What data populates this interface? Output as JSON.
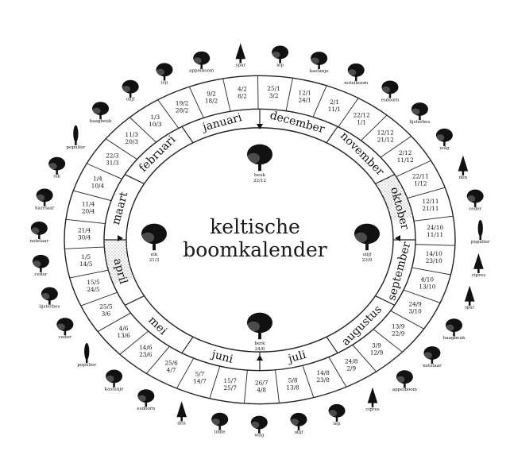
{
  "title": {
    "line1": "keltische",
    "line2": "boomkalender"
  },
  "months": [
    "januari",
    "februari",
    "maart",
    "april",
    "mei",
    "juni",
    "juli",
    "augustus",
    "september",
    "oktober",
    "november",
    "december"
  ],
  "date_ranges": [
    {
      "line1": "2/1",
      "line2": "11/1"
    },
    {
      "line1": "12/1",
      "line2": "24/1"
    },
    {
      "line1": "25/1",
      "line2": "3/2"
    },
    {
      "line1": "4/2",
      "line2": "8/2"
    },
    {
      "line1": "9/2",
      "line2": "18/2"
    },
    {
      "line1": "19/2",
      "line2": "28/2"
    },
    {
      "line1": "1/3",
      "line2": "10/3"
    },
    {
      "line1": "11/3",
      "line2": "20/3"
    },
    {
      "line1": "22/3",
      "line2": "31/3"
    },
    {
      "line1": "1/4",
      "line2": "10/4"
    },
    {
      "line1": "11/4",
      "line2": "20/4"
    },
    {
      "line1": "21/4",
      "line2": "30/4"
    },
    {
      "line1": "1/5",
      "line2": "14/5"
    },
    {
      "line1": "15/5",
      "line2": "24/5"
    },
    {
      "line1": "25/5",
      "line2": "3/6"
    },
    {
      "line1": "4/6",
      "line2": "13/6"
    },
    {
      "line1": "14/6",
      "line2": "23/6"
    },
    {
      "line1": "25/6",
      "line2": "4/7"
    },
    {
      "line1": "5/7",
      "line2": "14/7"
    },
    {
      "line1": "15/7",
      "line2": "25/7"
    },
    {
      "line1": "26/7",
      "line2": "4/8"
    },
    {
      "line1": "5/8",
      "line2": "13/8"
    },
    {
      "line1": "14/8",
      "line2": "23/8"
    },
    {
      "line1": "24/8",
      "line2": "2/9"
    },
    {
      "line1": "3/9",
      "line2": "12/9"
    },
    {
      "line1": "13/9",
      "line2": "22/9"
    },
    {
      "line1": "24/9",
      "line2": "3/10"
    },
    {
      "line1": "4/10",
      "line2": "13/10"
    },
    {
      "line1": "14/10",
      "line2": "23/10"
    },
    {
      "line1": "24/10",
      "line2": "11/11"
    },
    {
      "line1": "12/11",
      "line2": "21/11"
    },
    {
      "line1": "22/11",
      "line2": "1/12"
    },
    {
      "line1": "2/12",
      "line2": "11/12"
    },
    {
      "line1": "12/12",
      "line2": "21/12"
    },
    {
      "line1": "22/12",
      "line2": "1/1"
    }
  ],
  "outer_trees": [
    "spar",
    "appelboom",
    "iep",
    "olijf",
    "haagbeuk",
    "populier",
    "eik",
    "hazelaar",
    "notelaar",
    "ceder",
    "lijsterbes",
    "ceder",
    "populier",
    "kastanje",
    "esdoorn",
    "den",
    "linde",
    "wilg",
    "olijf",
    "iep",
    "cipres",
    "appelboom",
    "notelaar",
    "haagbeuk",
    "spar",
    "cipres",
    "populier",
    "ceder",
    "den",
    "wilg",
    "lijsterbes",
    "esdoorn",
    "notelboom",
    "kastanje",
    "iep"
  ],
  "inner_trees": [
    {
      "name": "beuk",
      "date": "22/12"
    },
    {
      "name": "olijf",
      "date": "23/9"
    },
    {
      "name": "berk",
      "date": "24/6"
    },
    {
      "name": "eik",
      "date": "21/3"
    }
  ]
}
